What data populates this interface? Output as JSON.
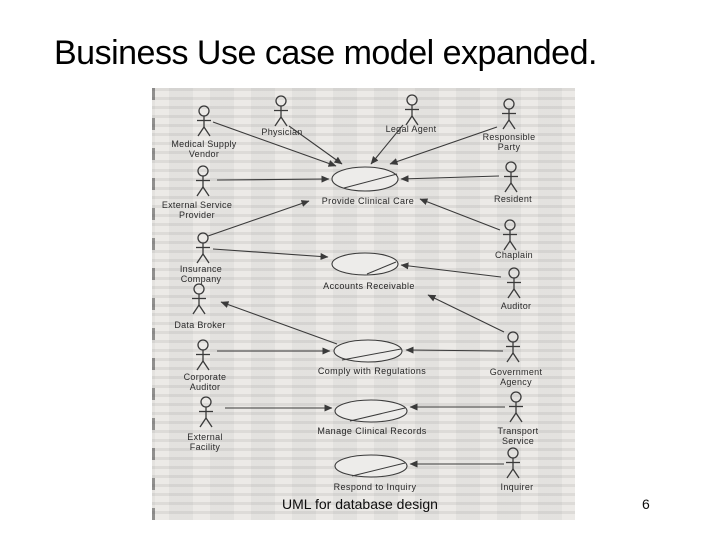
{
  "slide": {
    "title": "Business Use case model expanded.",
    "footer": "UML for database design",
    "page_number": "6"
  },
  "colors": {
    "slide_bg": "#ffffff",
    "scan_bg": "#eceae7",
    "ink": "#3a3a3a",
    "title_color": "#000000"
  },
  "diagram": {
    "actors": [
      {
        "name": "medical-supply-vendor",
        "label_lines": [
          "Medical Supply",
          "Vendor"
        ]
      },
      {
        "name": "physician",
        "label_lines": [
          "Physician"
        ]
      },
      {
        "name": "legal-agent",
        "label_lines": [
          "Legal Agent"
        ]
      },
      {
        "name": "responsible-party",
        "label_lines": [
          "Responsible",
          "Party"
        ]
      },
      {
        "name": "external-service-provider",
        "label_lines": [
          "External Service",
          "Provider"
        ]
      },
      {
        "name": "resident",
        "label_lines": [
          "Resident"
        ]
      },
      {
        "name": "insurance-company",
        "label_lines": [
          "Insurance",
          "Company"
        ]
      },
      {
        "name": "chaplain",
        "label_lines": [
          "Chaplain"
        ]
      },
      {
        "name": "auditor",
        "label_lines": [
          "Auditor"
        ]
      },
      {
        "name": "data-broker",
        "label_lines": [
          "Data Broker"
        ]
      },
      {
        "name": "corporate-auditor",
        "label_lines": [
          "Corporate",
          "Auditor"
        ]
      },
      {
        "name": "government-agency",
        "label_lines": [
          "Government",
          "Agency"
        ]
      },
      {
        "name": "external-facility",
        "label_lines": [
          "External",
          "Facility"
        ]
      },
      {
        "name": "transport-service",
        "label_lines": [
          "Transport",
          "Service"
        ]
      },
      {
        "name": "inquirer",
        "label_lines": [
          "Inquirer"
        ]
      }
    ],
    "use_cases": [
      {
        "name": "provide-clinical-care",
        "label": "Provide Clinical Care"
      },
      {
        "name": "accounts-receivable",
        "label": "Accounts Receivable"
      },
      {
        "name": "comply-with-regulations",
        "label": "Comply with Regulations"
      },
      {
        "name": "manage-clinical-records",
        "label": "Manage Clinical Records"
      },
      {
        "name": "respond-to-inquiry",
        "label": "Respond to Inquiry"
      }
    ],
    "connections": [
      {
        "from": "medical-supply-vendor",
        "to": "provide-clinical-care",
        "arrow_at": "use_case"
      },
      {
        "from": "physician",
        "to": "provide-clinical-care",
        "arrow_at": "use_case"
      },
      {
        "from": "legal-agent",
        "to": "provide-clinical-care",
        "arrow_at": "use_case"
      },
      {
        "from": "responsible-party",
        "to": "provide-clinical-care",
        "arrow_at": "use_case"
      },
      {
        "from": "external-service-provider",
        "to": "provide-clinical-care",
        "arrow_at": "use_case"
      },
      {
        "from": "resident",
        "to": "provide-clinical-care",
        "arrow_at": "use_case"
      },
      {
        "from": "insurance-company",
        "to": "provide-clinical-care",
        "arrow_at": "use_case"
      },
      {
        "from": "chaplain",
        "to": "provide-clinical-care",
        "arrow_at": "use_case"
      },
      {
        "from": "insurance-company",
        "to": "accounts-receivable",
        "arrow_at": "use_case"
      },
      {
        "from": "auditor",
        "to": "accounts-receivable",
        "arrow_at": "use_case"
      },
      {
        "from": "government-agency",
        "to": "accounts-receivable",
        "arrow_at": "use_case"
      },
      {
        "from": "comply-with-regulations",
        "to": "data-broker",
        "arrow_at": "actor"
      },
      {
        "from": "corporate-auditor",
        "to": "comply-with-regulations",
        "arrow_at": "use_case"
      },
      {
        "from": "government-agency",
        "to": "comply-with-regulations",
        "arrow_at": "use_case"
      },
      {
        "from": "external-facility",
        "to": "manage-clinical-records",
        "arrow_at": "use_case"
      },
      {
        "from": "transport-service",
        "to": "manage-clinical-records",
        "arrow_at": "use_case"
      },
      {
        "from": "inquirer",
        "to": "respond-to-inquiry",
        "arrow_at": "use_case"
      }
    ]
  }
}
